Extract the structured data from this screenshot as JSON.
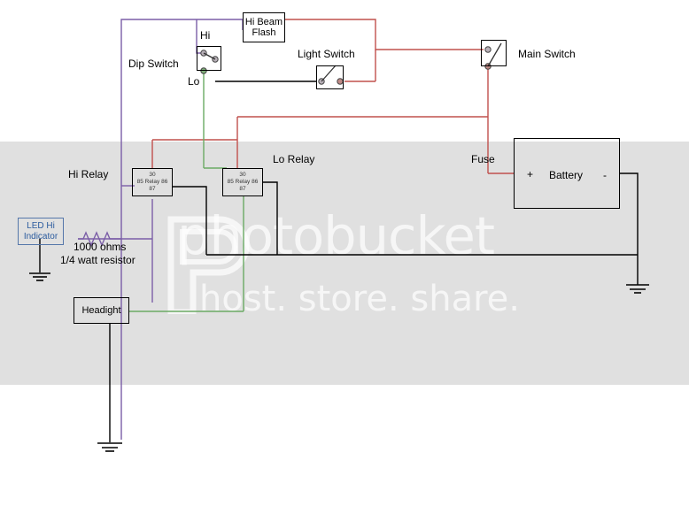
{
  "diagram": {
    "title": "Motorcycle headlight relay wiring diagram",
    "background_band_color": "#e0e0e0",
    "wire_colors": {
      "red": "#c0504d",
      "purple": "#7b5ea7",
      "green": "#6aaa64",
      "black": "#000000"
    }
  },
  "watermark": {
    "line1": "photobucket",
    "line2": "host. store. share."
  },
  "components": {
    "hi_beam_flash": {
      "line1": "Hi Beam",
      "line2": "Flash"
    },
    "dip_switch": {
      "label": "Dip Switch",
      "terminal_hi": "Hi",
      "terminal_lo": "Lo"
    },
    "light_switch": {
      "label": "Light Switch"
    },
    "main_switch": {
      "label": "Main Switch"
    },
    "fuse": {
      "label": "Fuse"
    },
    "battery": {
      "label": "Battery",
      "positive": "+",
      "negative": "-"
    },
    "hi_relay": {
      "label": "Hi Relay",
      "pin_top": "30",
      "pin_mid": "85 Relay 86",
      "pin_bottom": "87"
    },
    "lo_relay": {
      "label": "Lo Relay",
      "pin_top": "30",
      "pin_mid": "85 Relay 86",
      "pin_bottom": "87"
    },
    "led_indicator": {
      "line1": "LED Hi",
      "line2": "Indicator"
    },
    "resistor": {
      "line1": "1000 ohms",
      "line2": "1/4 watt resistor"
    },
    "headlight": {
      "label": "Headight"
    }
  }
}
